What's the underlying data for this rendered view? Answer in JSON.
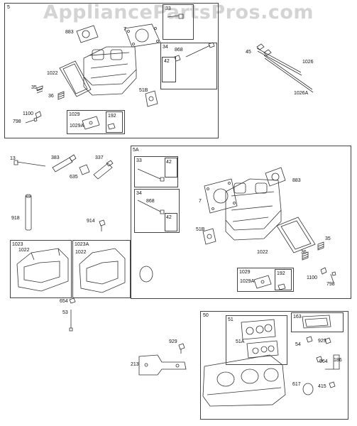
{
  "watermark": "AppliancePartsPros.com",
  "groups": {
    "g5": "5",
    "g33a": "33",
    "g34a": "34",
    "g42a": "42",
    "g1029a": "1029",
    "g192a": "192",
    "g5A": "5A",
    "g33b": "33",
    "g42b": "42",
    "g34b": "34",
    "g42c": "42",
    "g1029b": "1029",
    "g192b": "192",
    "g1023": "1023",
    "g1023A": "1023A",
    "g50": "50",
    "g51": "51",
    "g163": "163"
  },
  "labels": {
    "l883a": "883",
    "l7a": "7",
    "l868a": "868",
    "l45": "45",
    "l1026": "1026",
    "l1026A": "1026A",
    "l1022a": "1022",
    "l35a": "35",
    "l36a": "36",
    "l51Ba": "51B",
    "l1100a": "1100",
    "l798a": "798",
    "l1029Aa": "1029A",
    "l13": "13",
    "l383": "383",
    "l337": "337",
    "l635": "635",
    "l918": "918",
    "l914": "914",
    "l1022b": "1022",
    "l1022c": "1022",
    "l654": "654",
    "l53": "53",
    "l868b": "868",
    "l883b": "883",
    "l7b": "7",
    "l51Bb": "51B",
    "l35b": "35",
    "l1022d": "1022",
    "l36b": "36",
    "l1100b": "1100",
    "l798b": "798",
    "l1029Ab": "1029A",
    "l929a": "929",
    "l213": "213",
    "l51A": "51A",
    "l54": "54",
    "l929b": "929",
    "l964": "964",
    "l186": "186",
    "l617": "617",
    "l415": "415"
  }
}
